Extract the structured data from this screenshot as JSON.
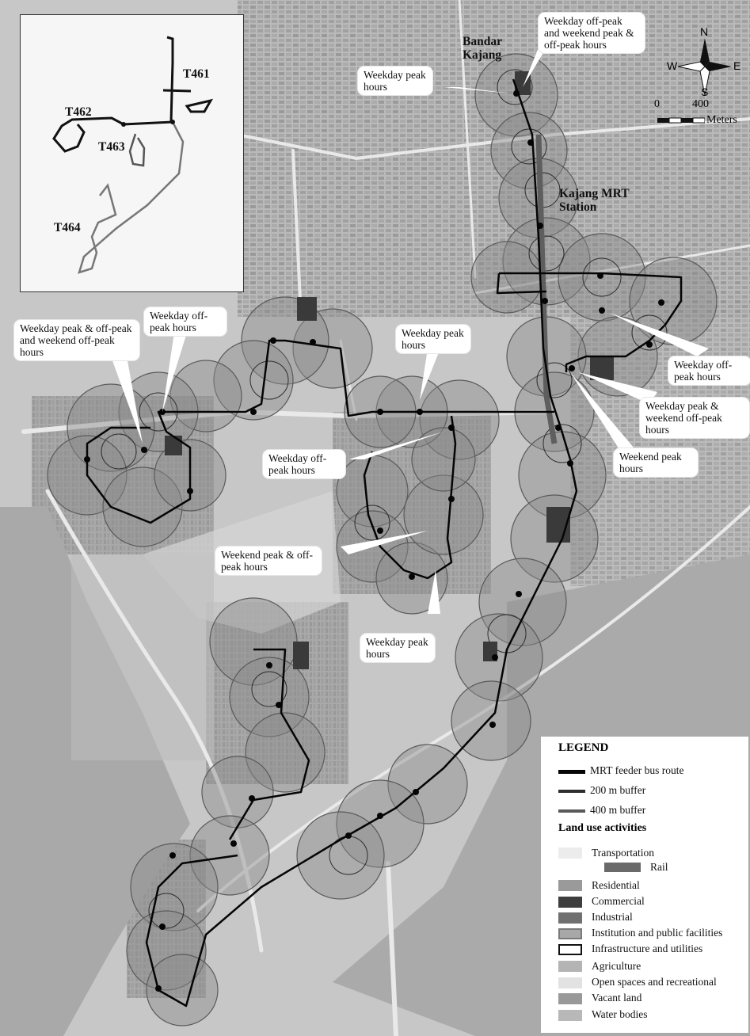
{
  "callouts": {
    "c1": "Weekday off-peak and weekend peak & off-peak hours",
    "c2": "Weekday peak hours",
    "c3": "Weekday off-peak hours",
    "c4": "Weekday peak & off-peak and weekend off-peak hours",
    "c5": "Weekday peak hours",
    "c6": "Weekday off-peak hours",
    "c7": "Weekday off-peak hours",
    "c8": "Weekday peak & weekend off-peak hours",
    "c9": "Weekend peak hours",
    "c10": "Weekend peak & off-peak hours",
    "c11": "Weekday peak hours"
  },
  "places": {
    "bandar_kajang": "Bandar Kajang",
    "kajang_mrt": "Kajang MRT Station"
  },
  "inset": {
    "routes": [
      "T461",
      "T462",
      "T463",
      "T464"
    ]
  },
  "compass": {
    "n": "N",
    "s": "S",
    "e": "E",
    "w": "W"
  },
  "scale": {
    "zero": "0",
    "max": "400",
    "unit": "Meters"
  },
  "legend": {
    "title": "LEGEND",
    "route": "MRT feeder bus route",
    "buffer200": "200 m buffer",
    "buffer400": "400 m buffer",
    "landuse_title": "Land use activities",
    "items": [
      {
        "label": "Transportation",
        "color": "#ececec"
      },
      {
        "label": "Rail",
        "color": "#6a6a6a"
      },
      {
        "label": "Residential",
        "color": "#9a9a9a"
      },
      {
        "label": "Commercial",
        "color": "#3e3e3e"
      },
      {
        "label": "Industrial",
        "color": "#707070"
      },
      {
        "label": "Institution and public facilities",
        "color": "#a8a8a8"
      },
      {
        "label": "Infrastructure and utilities",
        "color": "#ffffff"
      },
      {
        "label": "Agriculture",
        "color": "#b4b4b4"
      },
      {
        "label": "Open spaces and recreational",
        "color": "#e2e2e2"
      },
      {
        "label": "Vacant land",
        "color": "#999999"
      },
      {
        "label": "Water bodies",
        "color": "#b8b8b8"
      }
    ]
  }
}
